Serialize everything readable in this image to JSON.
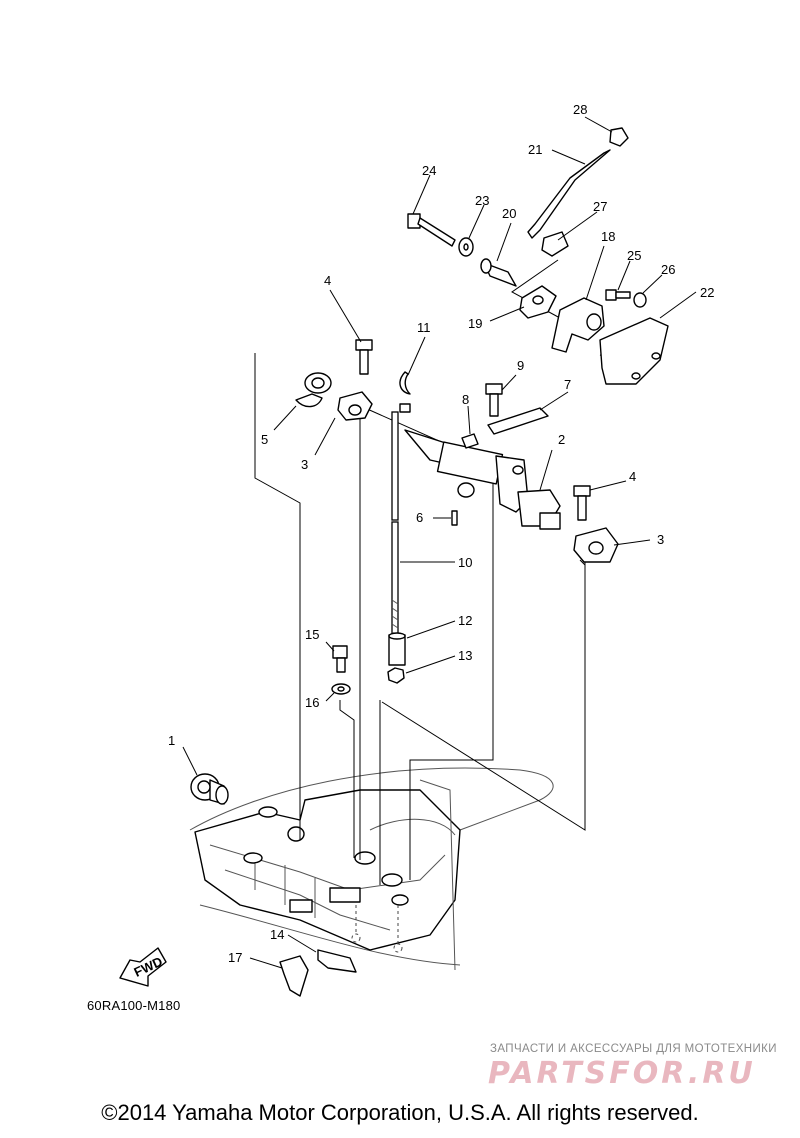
{
  "diagram": {
    "code": "60RA100-M180",
    "direction_badge": "FWD",
    "callouts": [
      "1",
      "2",
      "3",
      "3",
      "4",
      "4",
      "5",
      "6",
      "7",
      "8",
      "9",
      "10",
      "11",
      "12",
      "13",
      "14",
      "15",
      "16",
      "17",
      "18",
      "19",
      "20",
      "21",
      "22",
      "23",
      "24",
      "25",
      "26",
      "27",
      "28"
    ]
  },
  "watermark": {
    "caption": "ЗАПЧАСТИ И АКСЕССУАРЫ ДЛЯ МОТОТЕХНИКИ",
    "logo_text": "PARTSFOR.RU",
    "color": "#e9b7bf"
  },
  "footer": {
    "copyright": "©2014 Yamaha Motor Corporation, U.S.A. All rights reserved."
  }
}
